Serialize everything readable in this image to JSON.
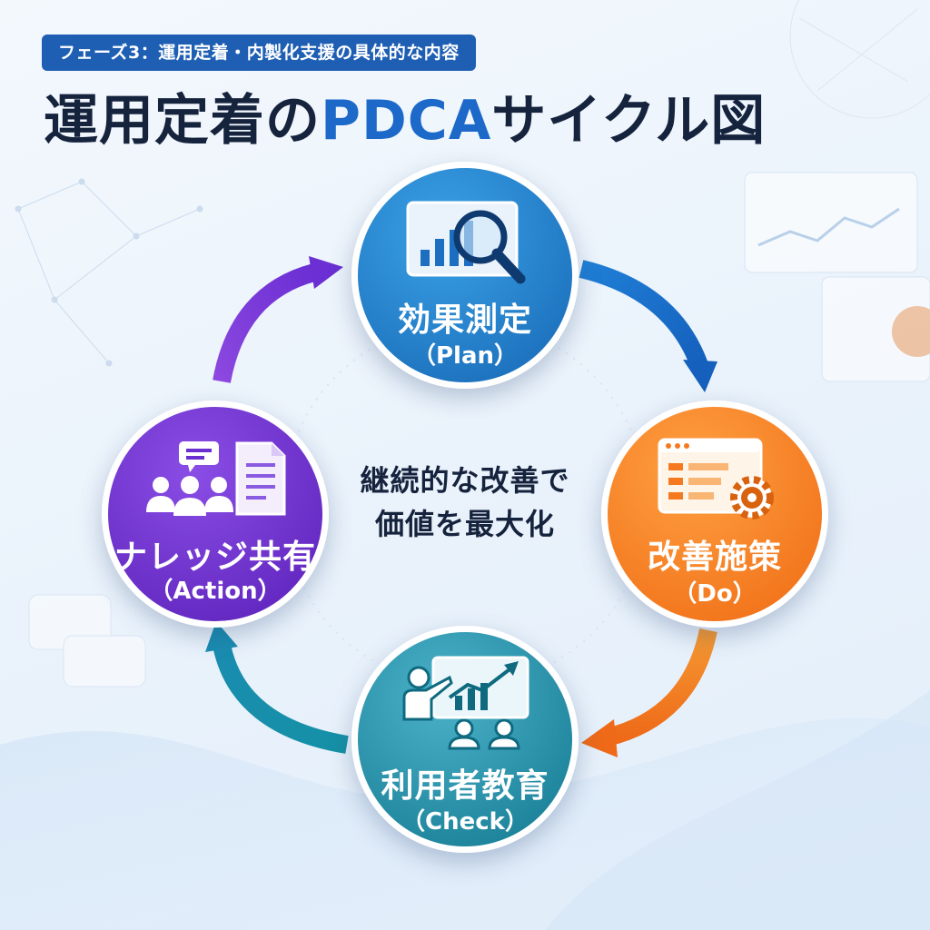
{
  "header": {
    "badge": "フェーズ3：運用定着・内製化支援の具体的な内容",
    "title_prefix": "運用定着の",
    "title_accent": "PDCA",
    "title_suffix": "サイクル図"
  },
  "cycle": {
    "plan": {
      "label": "効果測定",
      "sub": "（Plan）",
      "icon": "magnifier-chart-icon",
      "color": "#1c6fc0"
    },
    "do": {
      "label": "改善施策",
      "sub": "（Do）",
      "icon": "browser-gear-icon",
      "color": "#f57a1f"
    },
    "check": {
      "label": "利用者教育",
      "sub": "（Check）",
      "icon": "presenter-audience-icon",
      "color": "#1a8ea6"
    },
    "action": {
      "label": "ナレッジ共有",
      "sub": "（Action）",
      "icon": "team-chat-document-icon",
      "color": "#6a2fd0"
    }
  },
  "center": {
    "line1": "継続的な改善で",
    "line2": "価値を最大化"
  },
  "colors": {
    "title": "#16233d",
    "accent": "#1c69c9",
    "badge": "#1f5fb3"
  }
}
